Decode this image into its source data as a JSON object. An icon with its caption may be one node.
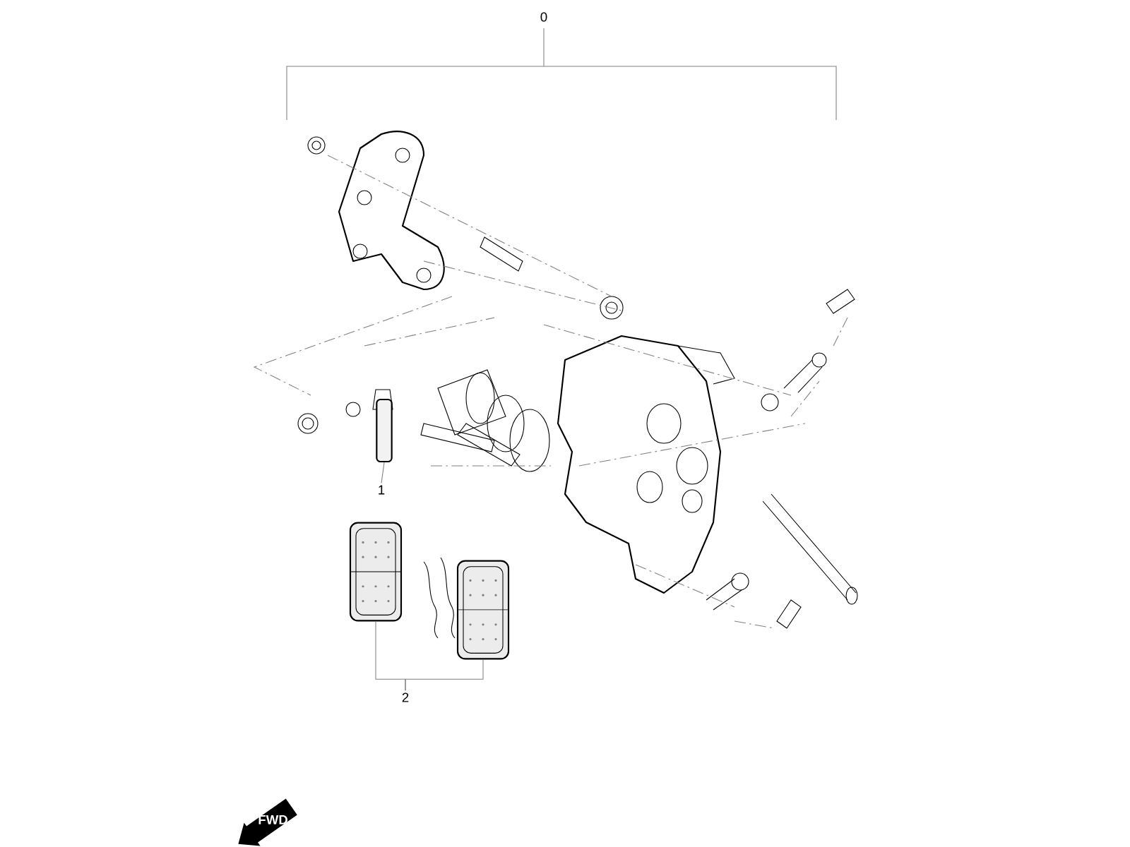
{
  "diagram": {
    "nodes": [
      {
        "text": [
          "1"
        ]
      },
      {
        "text": [
          "2"
        ]
      },
      {
        "text": [],
        "shape": "bar"
      },
      {
        "text": [],
        "shape": "picture"
      },
      {
        "text": [],
        "shape": "picture"
      }
    ],
    "edges": [
      {
        "from": 0,
        "to": 2,
        "arrow": "none"
      },
      {
        "from": 1,
        "to": 3,
        "arrow": "none"
      },
      {
        "from": 1,
        "to": 4,
        "arrow": "none"
      }
    ],
    "labels": [
      "0",
      "FWD"
    ]
  }
}
